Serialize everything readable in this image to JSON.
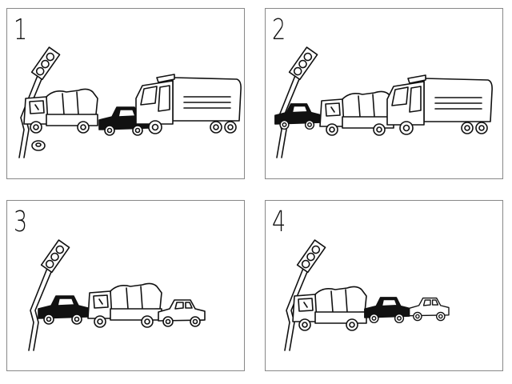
{
  "panels": [
    {
      "number": "1"
    },
    {
      "number": "2"
    },
    {
      "number": "3"
    },
    {
      "number": "4"
    }
  ],
  "colors": {
    "ink": "#111111",
    "paper": "#ffffff",
    "border": "#888888"
  }
}
